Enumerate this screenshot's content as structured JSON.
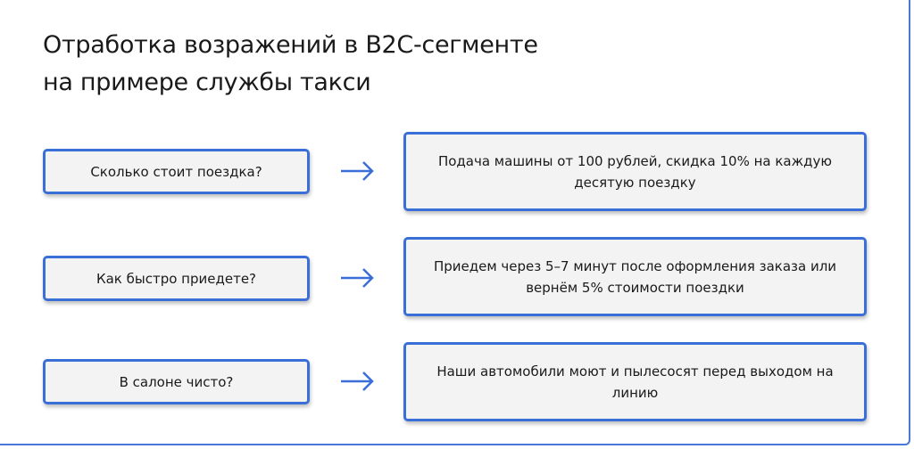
{
  "title": {
    "line1": "Отработка возражений в B2C-сегменте",
    "line2": "на примере службы такси"
  },
  "rows": [
    {
      "question": "Сколько стоит поездка?",
      "answer": "Подача машины от 100 рублей, скидка 10% на каждую десятую поездку"
    },
    {
      "question": "Как быстро приедете?",
      "answer": "Приедем через 5–7 минут после оформления заказа или вернём 5% стоимости поездки"
    },
    {
      "question": "В салоне чисто?",
      "answer": "Наши автомобили моют и пылесосят перед выходом на линию"
    }
  ],
  "colors": {
    "accent": "#3a6fd8",
    "box_bg": "#f3f3f3"
  }
}
